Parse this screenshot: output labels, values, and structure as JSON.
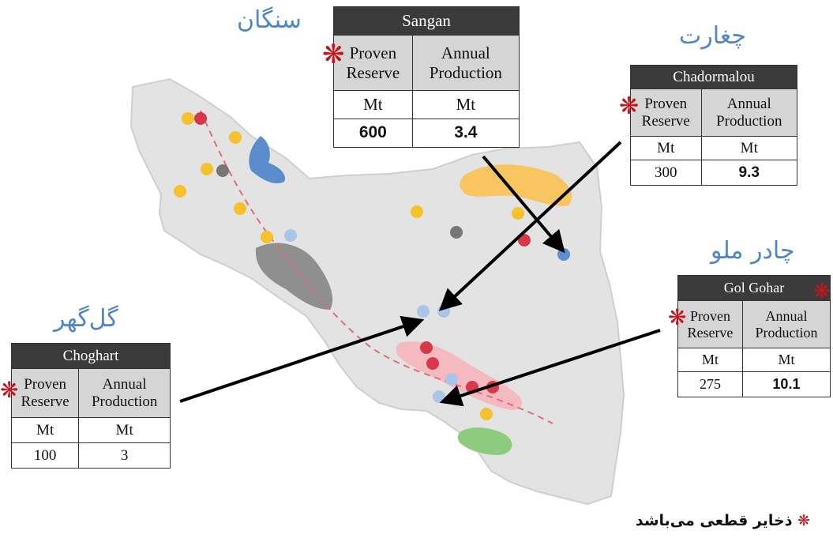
{
  "labels": {
    "sangan_fa": "سنگان",
    "chadormalou_fa": "چغارت",
    "golgohar_fa": "چادر ملو",
    "choghart_fa": "گل‌گهر"
  },
  "tables": {
    "sangan": {
      "title": "Sangan",
      "col1": [
        "Proven",
        "Reserve"
      ],
      "col2": [
        "Annual",
        "Production"
      ],
      "unit1": "Mt",
      "unit2": "Mt",
      "reserve": "600",
      "production": "3.4"
    },
    "chadormalou": {
      "title": "Chadormalou",
      "col1": [
        "Proven",
        "Reserve"
      ],
      "col2": [
        "Annual",
        "Production"
      ],
      "unit1": "Mt",
      "unit2": "Mt",
      "reserve": "300",
      "production": "9.3"
    },
    "golgohar": {
      "title": "Gol Gohar",
      "col1": [
        "Proven",
        "Reserve"
      ],
      "col2": [
        "Annual",
        "Production"
      ],
      "unit1": "Mt",
      "unit2": "Mt",
      "reserve": "275",
      "production": "10.1"
    },
    "choghart": {
      "title": "Choghart",
      "col1": [
        "Proven",
        "Reserve"
      ],
      "col2": [
        "Annual",
        "Production"
      ],
      "unit1": "Mt",
      "unit2": "Mt",
      "reserve": "100",
      "production": "3"
    }
  },
  "marker_symbol": "❋",
  "footnote": "ذخایر قطعی می‌باشد",
  "colors": {
    "map_fill": "#e3e3e3",
    "map_border": "#cfcfcf",
    "belt_line": "#e26d7a",
    "site_red": "#d8394a",
    "site_yellow": "#f6c12a",
    "site_blue": "#5b8fd1",
    "site_lightblue": "#a9c6e8",
    "site_grey": "#777777",
    "lake": "#5b8dcc",
    "salt_lake": "#8f8f8f",
    "desert": "#f8c561",
    "pink_zone": "#f5b9c0",
    "green_zone": "#8fcb7e",
    "title_bg": "#3b3b3b",
    "header_bg": "#d5d5d5",
    "persian_label": "#4f86c6",
    "star": "#c0171e"
  }
}
